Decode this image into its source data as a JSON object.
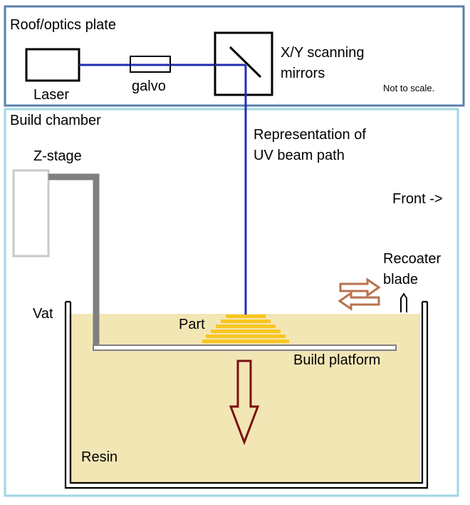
{
  "roof_plate": {
    "title": "Roof/optics plate"
  },
  "laser": {
    "label": "Laser"
  },
  "galvo": {
    "label": "galvo"
  },
  "mirrors": {
    "label_line1": "X/Y scanning",
    "label_line2": "mirrors"
  },
  "scale_note": "Not to scale.",
  "build_chamber": {
    "title": "Build chamber"
  },
  "beam": {
    "label_line1": "Representation of",
    "label_line2": "UV beam path"
  },
  "z_stage": {
    "label": "Z-stage"
  },
  "front": {
    "label": "Front ->"
  },
  "recoater": {
    "label_line1": "Recoater",
    "label_line2": "blade"
  },
  "vat": {
    "label": "Vat"
  },
  "part": {
    "label": "Part"
  },
  "platform": {
    "label": "Build platform"
  },
  "resin": {
    "label": "Resin"
  },
  "colors": {
    "roof_border": "#5b7fae",
    "chamber_border": "#9fd6e3",
    "beam": "#1f2db5",
    "resin": "#f3e6b5",
    "part": "#f8c622",
    "stage": "#7f7f7f",
    "stage_block": "#c8c8c8",
    "down_arrow": "#7a1010",
    "recoater_arrows": "#b8724d"
  }
}
